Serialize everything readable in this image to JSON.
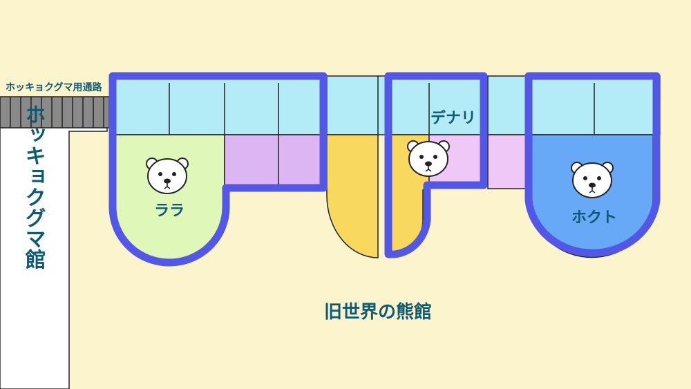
{
  "colors": {
    "background": "#fbf4cc",
    "wall": "#5257e6",
    "pool": "#b3ebf7",
    "lara_yard": "#dff7b8",
    "den_purple": "#dcb6f2",
    "den_pink": "#f0c8f7",
    "yellow_yard": "#f9d85f",
    "hokuto_yard": "#67a9f7",
    "building": "#ffffff",
    "corridor": "#8a8a8a",
    "label": "#0f5a73"
  },
  "labels": {
    "corridor": "ホッキョクグマ用通路",
    "building": "ホッキョクグマ館",
    "lara": "ララ",
    "denali": "デナリ",
    "hokuto": "ホクト",
    "old_world": "旧世界の熊館"
  },
  "icons": [
    "polar-bear-face-icon",
    "polar-bear-face-icon",
    "polar-bear-face-icon"
  ]
}
